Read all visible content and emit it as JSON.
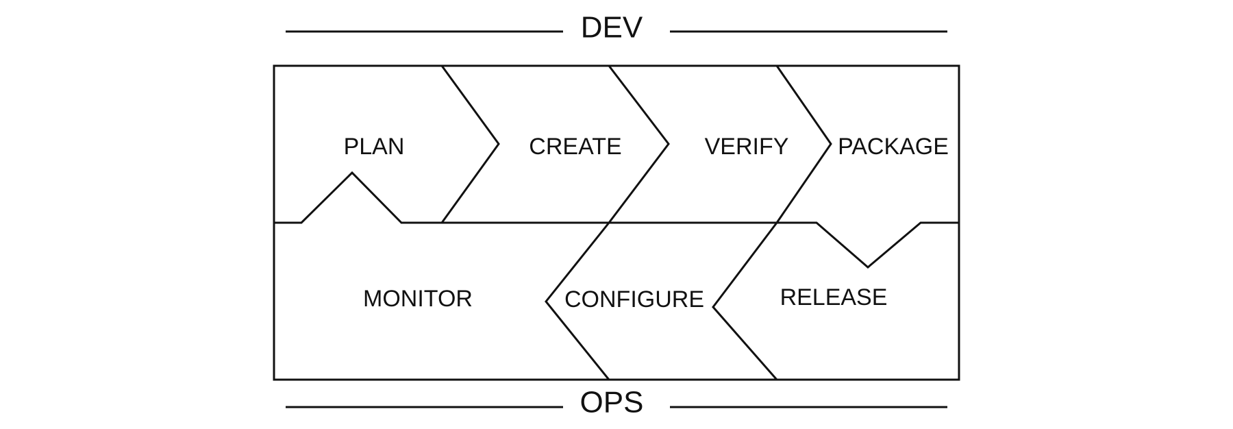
{
  "diagram": {
    "top_band": "DEV",
    "bottom_band": "OPS",
    "stages": {
      "plan": "PLAN",
      "create": "CREATE",
      "verify": "VERIFY",
      "package": "PACKAGE",
      "monitor": "MONITOR",
      "configure": "CONFIGURE",
      "release": "RELEASE"
    }
  }
}
